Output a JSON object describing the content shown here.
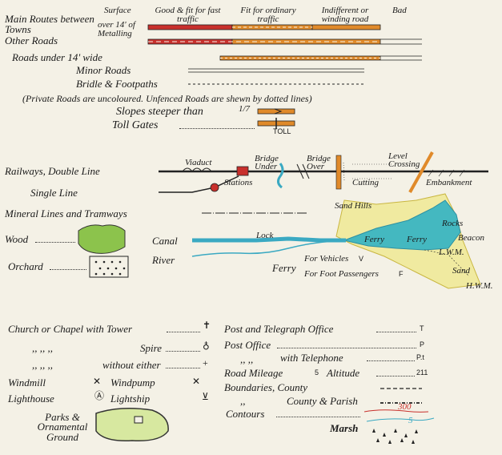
{
  "roads": {
    "col_surface": "Surface",
    "col_good": "Good & fit for fast traffic",
    "col_fit": "Fit for ordinary traffic",
    "col_indifferent": "Indifferent or winding road",
    "col_bad": "Bad",
    "main_routes": "Main Routes between Towns",
    "other_roads": "Other Roads",
    "over_14": "over 14' of Metalling",
    "under_14": "Roads under 14' wide",
    "minor_roads": "Minor Roads",
    "bridle": "Bridle & Footpaths",
    "note": "(Private Roads are uncoloured. Unfenced Roads are shewn by dotted lines)",
    "slopes": "Slopes steeper than",
    "slopes_ratio": "1/7",
    "toll_gates": "Toll Gates",
    "toll": "TOLL"
  },
  "railways": {
    "double": "Railways, Double Line",
    "single": "Single Line",
    "viaduct": "Viaduct",
    "bridge_under": "Bridge Under",
    "bridge_over": "Bridge Over",
    "level_crossing": "Level Crossing",
    "stations": "Stations",
    "cutting": "Cutting",
    "embankment": "Embankment",
    "mineral": "Mineral Lines and Tramways"
  },
  "water": {
    "sand_hills": "Sand Hills",
    "canal": "Canal",
    "lock": "Lock",
    "river": "River",
    "ferry": "Ferry",
    "ferry_label1": "Ferry",
    "ferry_label2": "Ferry",
    "for_vehicles": "For Vehicles",
    "for_foot": "For Foot Passengers",
    "v": "V",
    "f": "F",
    "rocks": "Rocks",
    "beacon": "Beacon",
    "lwm": "L.W.M.",
    "hwm": "H.W.M.",
    "sand": "Sand"
  },
  "land": {
    "wood": "Wood",
    "orchard": "Orchard",
    "parks": "Parks & Ornamental Ground"
  },
  "symbols": {
    "church_tower": "Church or Chapel with Tower",
    "spire_prefix": ",,       ,,     ,,",
    "spire": "Spire",
    "without_prefix": ",,       ,,     ,,",
    "without": "without either",
    "windmill": "Windmill",
    "windpump": "Windpump",
    "lighthouse": "Lighthouse",
    "lightship": "Lightship",
    "post_telegraph": "Post and Telegraph Office",
    "post_telegraph_code": "T",
    "post_office": "Post Office",
    "post_office_code": "P",
    "with_telephone_prefix": ",,     ,,",
    "with_telephone": "with Telephone",
    "with_telephone_code": "P.t",
    "road_mileage": "Road Mileage",
    "road_mileage_value": "5",
    "altitude": "Altitude",
    "altitude_value": "211",
    "boundaries": "Boundaries, County",
    "county_parish_prefix": ",,",
    "county_parish": "County & Parish",
    "contours": "Contours",
    "contour_300": "300",
    "contour_5": "5",
    "marsh": "Marsh"
  },
  "colors": {
    "paper": "#f4f1e6",
    "main_route_red": "#c8302c",
    "other_road_orange": "#e08a2a",
    "water_blue": "#3aa9c2",
    "wood_green": "#8cc34c",
    "sand_yellow": "#f0eaa0"
  }
}
